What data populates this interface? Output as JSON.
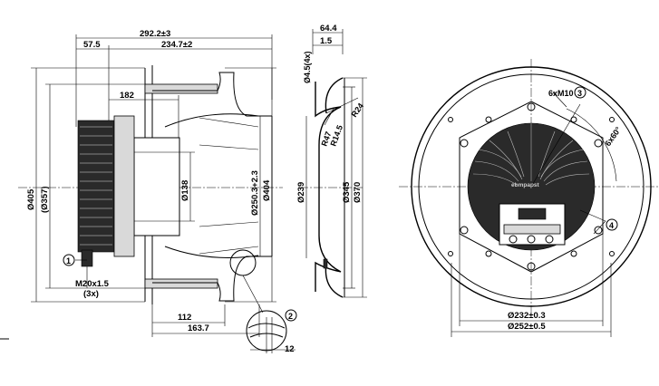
{
  "dims": {
    "d292": "292.2±3",
    "d57": "57.5",
    "d234": "234.7±2",
    "d182": "182",
    "d405": "Ø405",
    "d357": "(Ø357)",
    "d138": "Ø138",
    "d250": "Ø250.3+2.3",
    "d404": "Ø404",
    "d112": "112",
    "d163": "163.7",
    "d12": "12",
    "m20": "M20x1.5",
    "m20n": "(3x)",
    "d64": "64.4",
    "d15": "1.5",
    "d45": "Ø4.5(4x)",
    "r24": "R24",
    "r145": "R14.5",
    "r47": "R47",
    "d239": "Ø239",
    "d345": "Ø345",
    "d370": "Ø370",
    "m10": "6xM10",
    "a60": "6x60°",
    "d232": "Ø232±0.3",
    "d252": "Ø252±0.5",
    "brand": "ebmpapst"
  },
  "callouts": {
    "c1": "1",
    "c2": "2",
    "c3": "3",
    "c4": "4"
  }
}
